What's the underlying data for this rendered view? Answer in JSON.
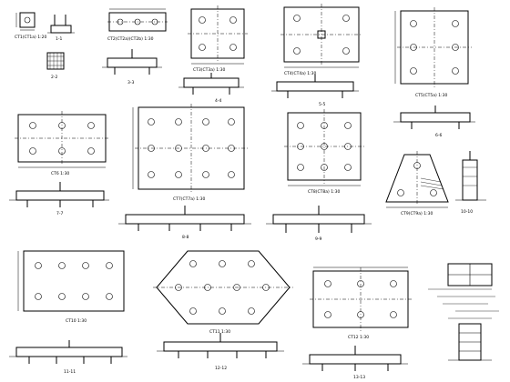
{
  "drawing": {
    "labels": {
      "a1": "CT1(CT1a) 1:20",
      "a2": "1-1",
      "b1": "CT2(CT2a)(CT2b) 1:30",
      "b2": "2-2",
      "b3": "3-3",
      "c1": "CT3(CT3a) 1:30",
      "c2": "4-4",
      "d1": "CT4(CT4a) 1:30",
      "d2": "5-5",
      "e1": "CT5(CT5a) 1:30",
      "e2": "6-6",
      "f1": "CT6 1:30",
      "f2": "7-7",
      "g1": "CT7(CT7a) 1:30",
      "g2": "8-8",
      "h1": "CT8(CT8a) 1:30",
      "h2": "9-9",
      "i1": "CT9(CT9a) 1:30",
      "i2": "10-10",
      "j1": "CT10 1:30",
      "j2": "11-11",
      "k1": "CT11 1:30",
      "k2": "12-12",
      "l1": "CT12 1:30",
      "l2": "13-13"
    }
  }
}
